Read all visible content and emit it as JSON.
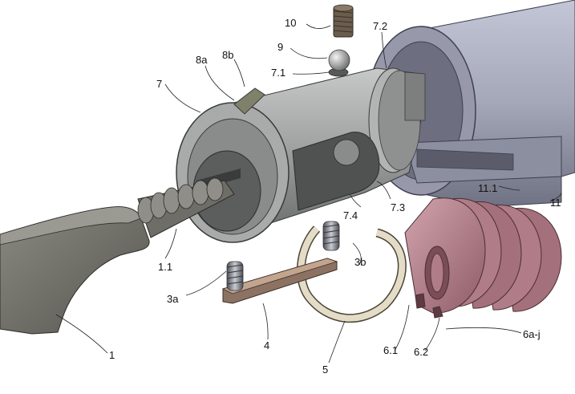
{
  "labels": {
    "key": "1",
    "key_shaft": "1.1",
    "spring_a": "3a",
    "spring_b": "3b",
    "locking_bar": "4",
    "retaining_ring": "5",
    "disc_notch_1": "6.1",
    "disc_notch_2": "6.2",
    "discs": "6a-j",
    "core": "7",
    "core_hole": "7.1",
    "core_groove": "7.2",
    "core_window": "7.3",
    "core_slot": "7.4",
    "plug_a": "8a",
    "plug_b": "8b",
    "ball": "9",
    "set_screw": "10",
    "housing": "11",
    "housing_channel": "11.1"
  },
  "colors": {
    "housing": "#a4a7b8",
    "core": "#9d9e9e",
    "key": "#6e6d68",
    "discs": "#b07c87",
    "bar": "#8c7262",
    "ring": "#e4dcc7",
    "spring": "#7d7f86",
    "plug": "#7f816b"
  }
}
